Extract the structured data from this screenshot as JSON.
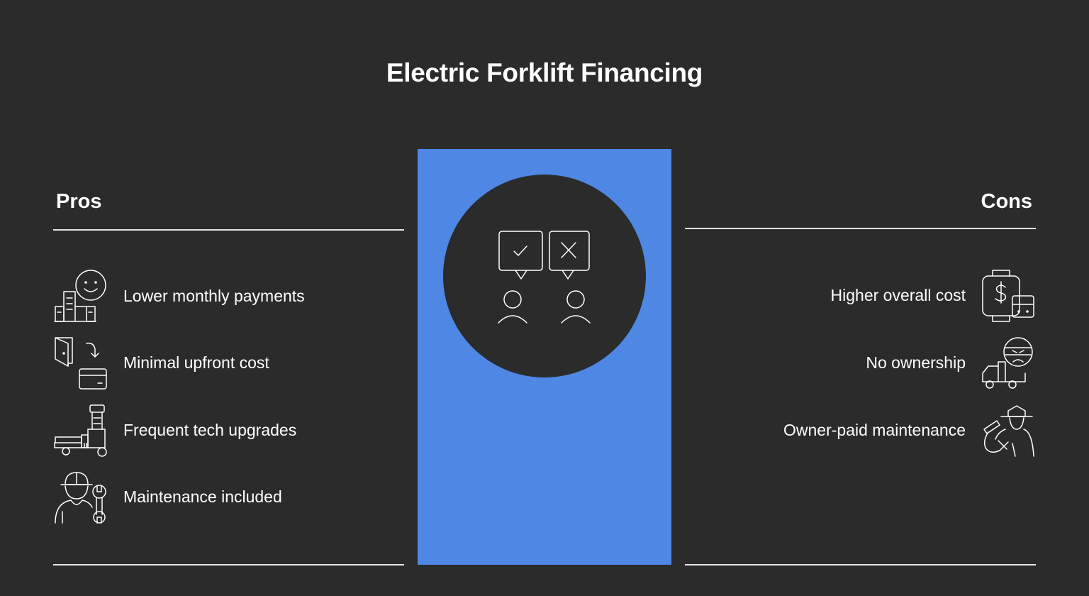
{
  "title": "Electric Forklift Financing",
  "pros": {
    "heading": "Pros",
    "items": [
      {
        "label": "Lower monthly payments",
        "icon": "happy-business-icon"
      },
      {
        "label": "Minimal upfront cost",
        "icon": "wallet-to-card-icon"
      },
      {
        "label": "Frequent tech upgrades",
        "icon": "forklift-upgrade-icon"
      },
      {
        "label": "Maintenance included",
        "icon": "worker-wrench-icon"
      }
    ]
  },
  "cons": {
    "heading": "Cons",
    "items": [
      {
        "label": "Higher overall cost",
        "icon": "watch-dollar-icon"
      },
      {
        "label": "No ownership",
        "icon": "sad-truck-driver-icon"
      },
      {
        "label": "Owner-paid maintenance",
        "icon": "mechanic-icon"
      }
    ]
  },
  "center": {
    "icon": "pros-cons-discussion-icon"
  },
  "colors": {
    "background": "#2b2b2b",
    "accent": "#4f87e5",
    "text": "#ffffff"
  }
}
